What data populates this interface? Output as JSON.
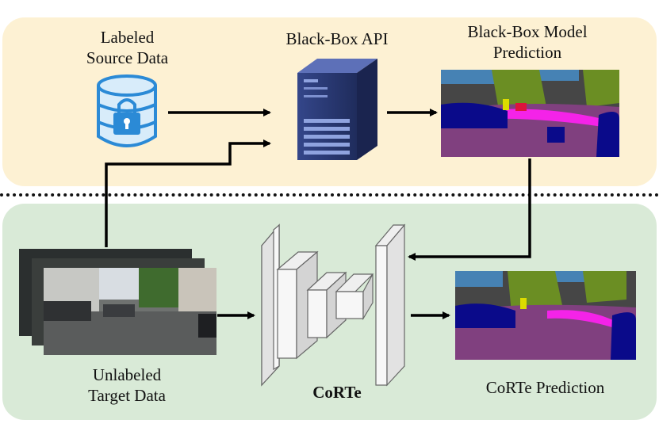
{
  "labels": {
    "source_data": "Labeled\nSource Data",
    "api": "Black-Box API",
    "bb_prediction": "Black-Box Model\nPrediction",
    "target_data": "Unlabeled\nTarget Data",
    "model": "CoRTe",
    "corte_prediction": "CoRTe Prediction"
  },
  "colors": {
    "top_panel": "#fdf1d3",
    "bottom_panel": "#d9ead7",
    "database_blue": "#2b8ad6",
    "server_navy": "#2b3a78",
    "seg_road": "#80407f",
    "seg_car": "#0a0a8a",
    "seg_vegetation": "#6b8e23",
    "seg_building": "#464646",
    "seg_sidewalk": "#f423e8",
    "seg_sky": "#4682b4"
  },
  "icons": [
    "database-lock-icon",
    "server-icon",
    "encoder-decoder-icon"
  ]
}
